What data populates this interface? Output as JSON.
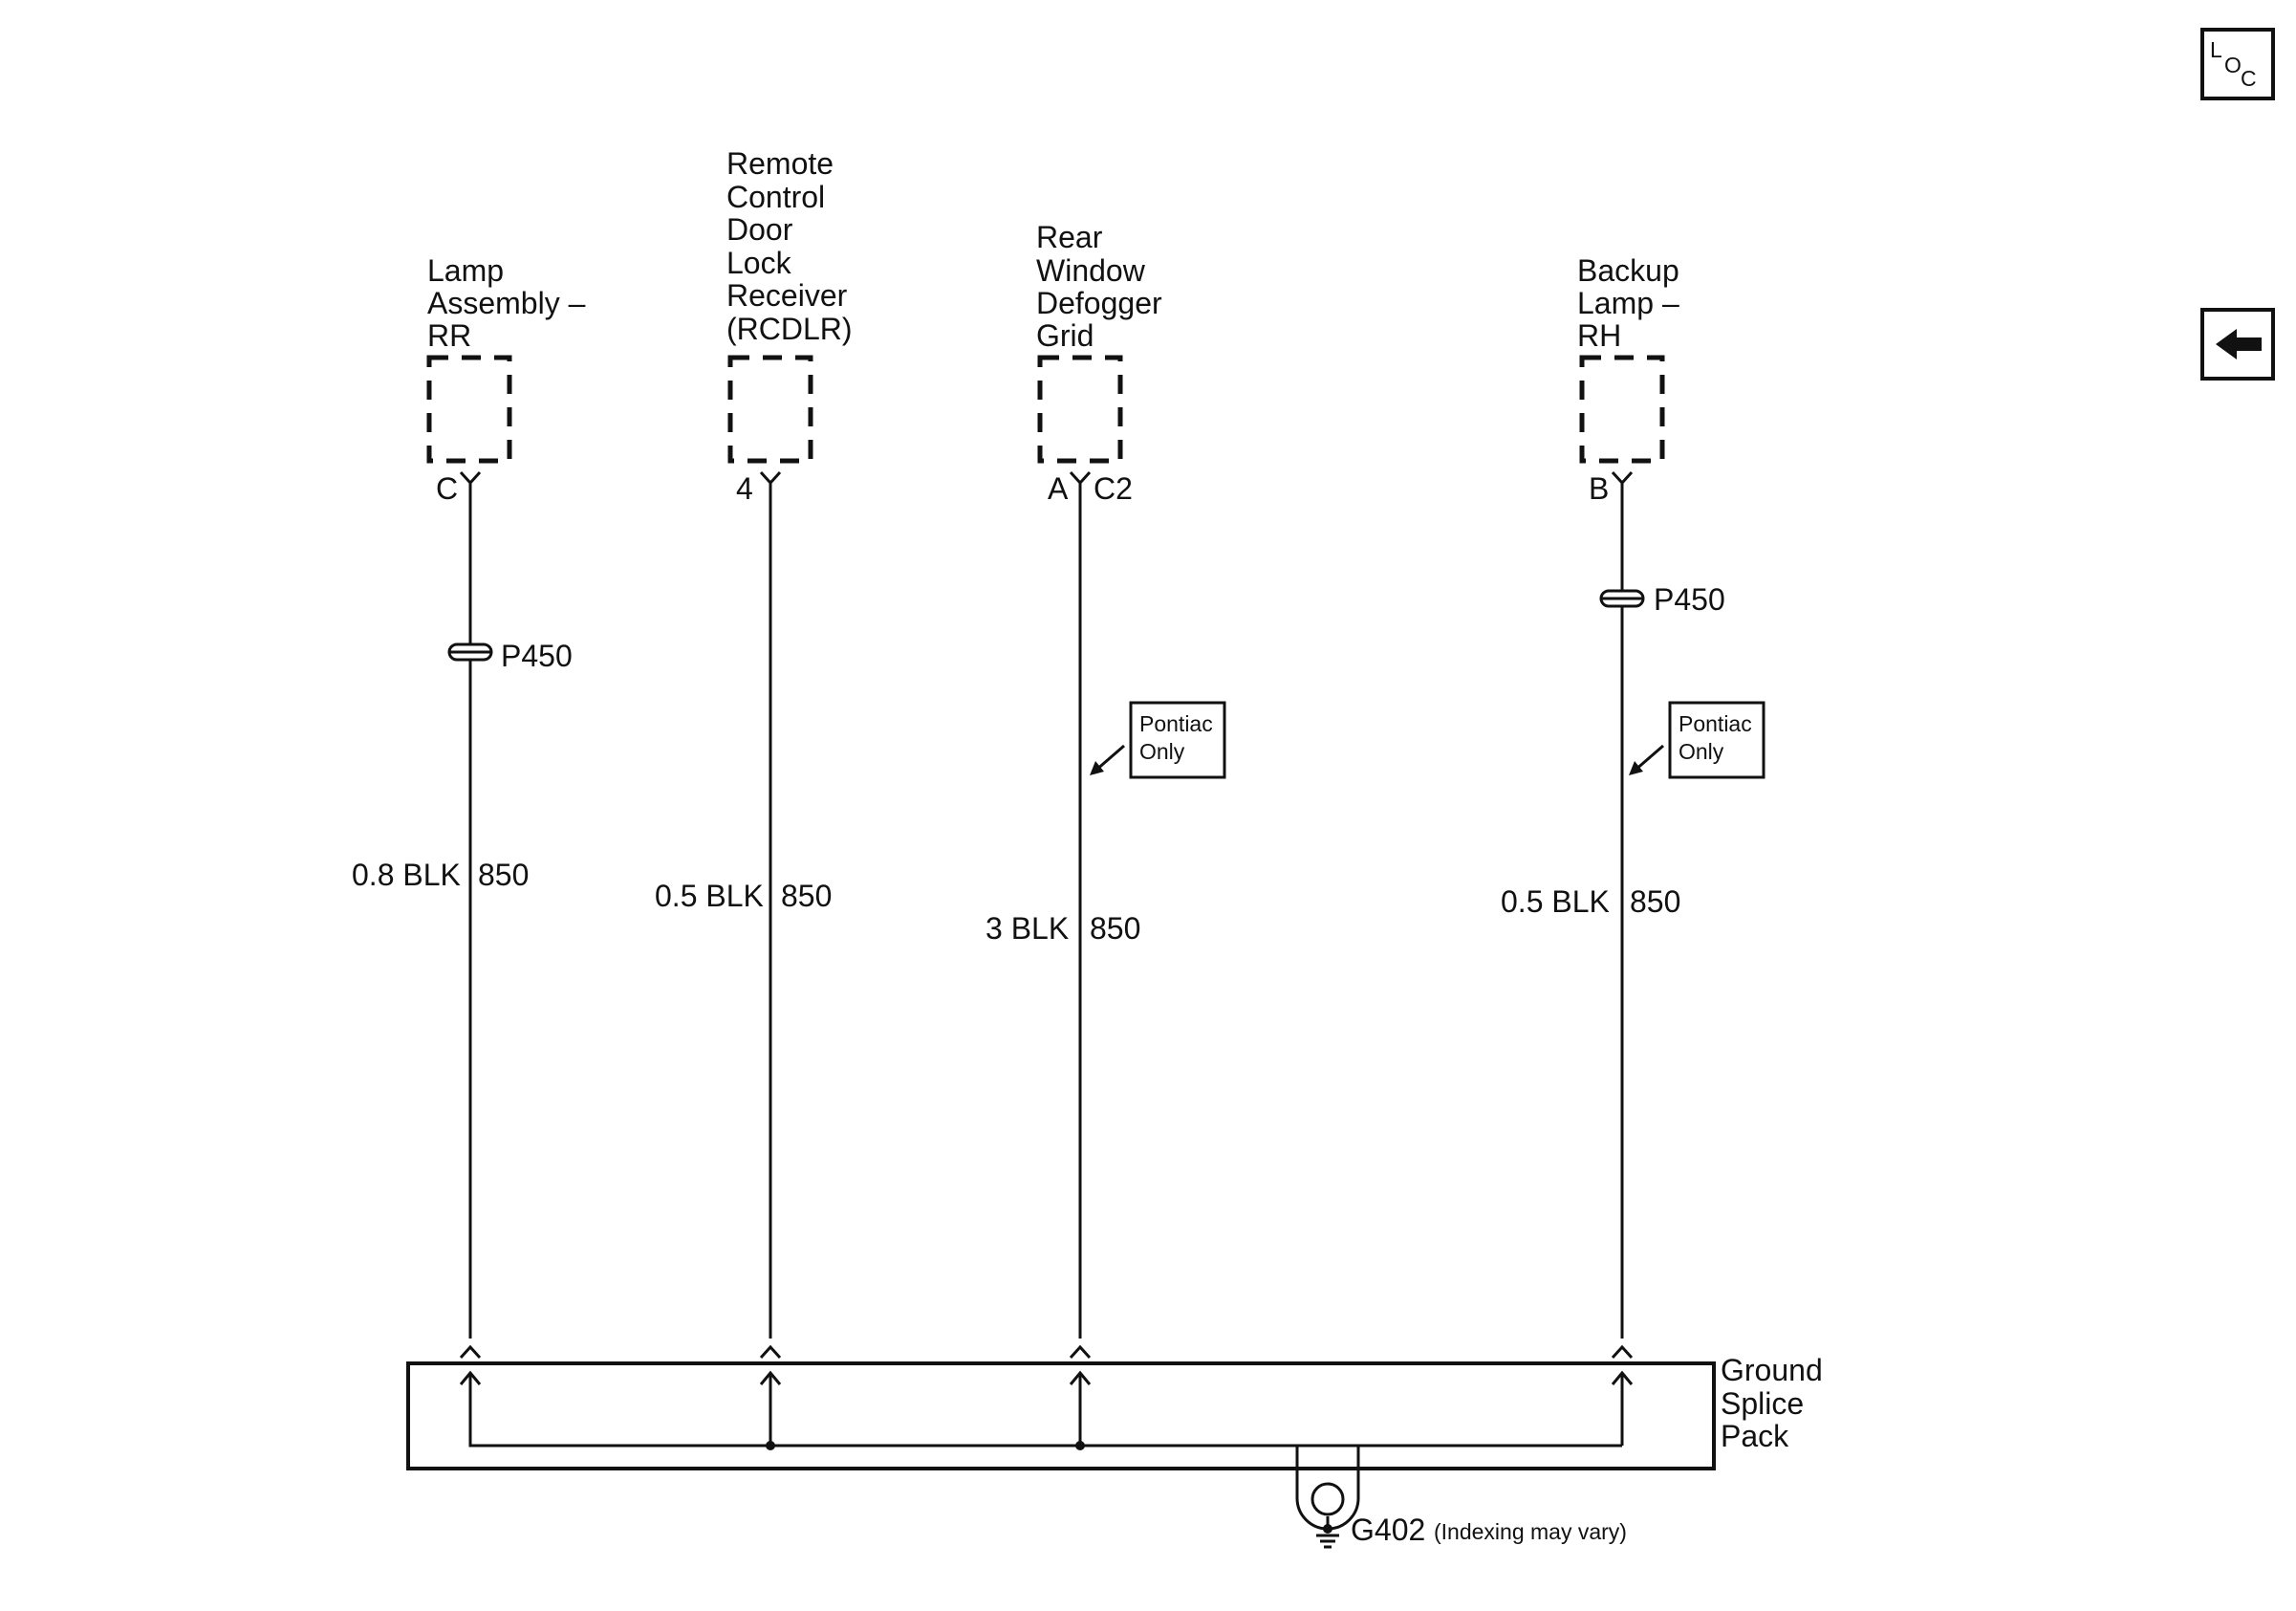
{
  "components": [
    {
      "name_lines": [
        "Lamp",
        "Assembly –",
        "RR"
      ],
      "pin": "C",
      "connector": "",
      "inline": "P450",
      "wire_size_color": "0.8 BLK",
      "circuit": "850",
      "note": ""
    },
    {
      "name_lines": [
        "Remote",
        "Control",
        "Door",
        "Lock",
        "Receiver",
        "(RCDLR)"
      ],
      "pin": "4",
      "connector": "",
      "inline": "",
      "wire_size_color": "0.5 BLK",
      "circuit": "850",
      "note": ""
    },
    {
      "name_lines": [
        "Rear",
        "Window",
        "Defogger",
        "Grid"
      ],
      "pin": "A",
      "connector": "C2",
      "inline": "",
      "wire_size_color": "3 BLK",
      "circuit": "850",
      "note": [
        "Pontiac",
        "Only"
      ]
    },
    {
      "name_lines": [
        "Backup",
        "Lamp –",
        "RH"
      ],
      "pin": "B",
      "connector": "",
      "inline": "P450",
      "wire_size_color": "0.5 BLK",
      "circuit": "850",
      "note": [
        "Pontiac",
        "Only"
      ]
    }
  ],
  "splice_pack": {
    "label_lines": [
      "Ground",
      "Splice",
      "Pack"
    ]
  },
  "ground": {
    "id": "G402",
    "note": "(Indexing may vary)"
  },
  "nav": {
    "loc_icon": {
      "letters": [
        "L",
        "O",
        "C"
      ]
    },
    "back_icon": "left-arrow-icon"
  },
  "colors": {
    "line": "#111111",
    "background": "#ffffff"
  }
}
